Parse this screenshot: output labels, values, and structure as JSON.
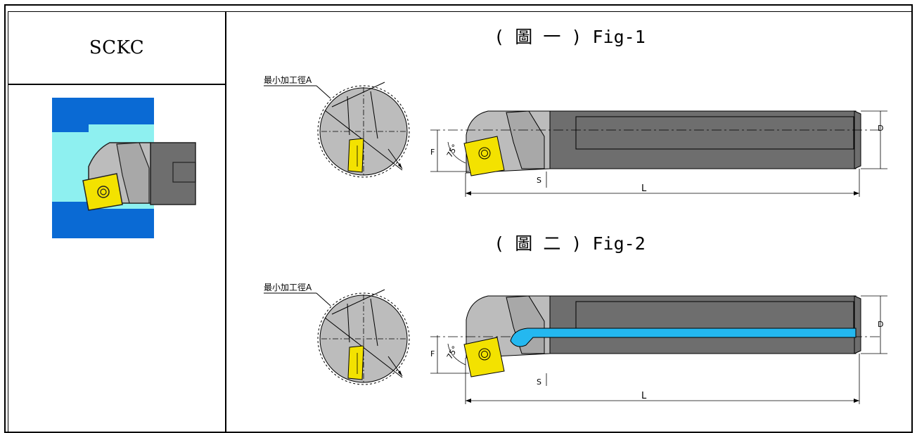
{
  "product": {
    "code": "SCKC"
  },
  "figures": [
    {
      "title": "( 圖 一 ) Fig-1",
      "min_bore_label": "最小加工徑A",
      "angle": "75°",
      "dims": {
        "D": "D",
        "F": "F",
        "S": "S",
        "L": "L"
      },
      "coolant": false
    },
    {
      "title": "( 圖 二 ) Fig-2",
      "min_bore_label": "最小加工徑A",
      "angle": "75°",
      "dims": {
        "D": "D",
        "F": "F",
        "S": "S",
        "L": "L"
      },
      "coolant": true
    }
  ],
  "colors": {
    "workpiece": "#0a6ad4",
    "bore": "#8ef0f0",
    "shank": "#6e6e6e",
    "head": "#bcbcbc",
    "insert": "#f3e200",
    "coolant": "#24b8f0"
  }
}
